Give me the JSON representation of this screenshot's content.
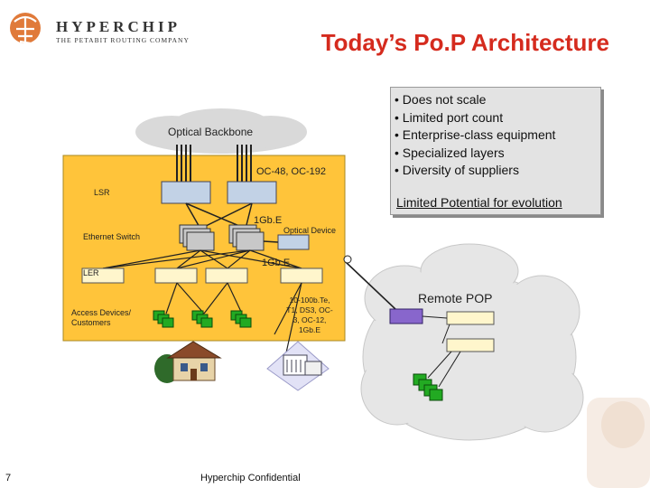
{
  "header": {
    "brand": "HYPERCHIP",
    "tagline": "THE PETABIT ROUTING COMPANY",
    "title": "Today’s Po.P Architecture"
  },
  "callout": {
    "bullets": [
      "Does not scale",
      "Limited port count",
      "Enterprise-class equipment",
      "Specialized layers",
      "Diversity of suppliers"
    ],
    "limited": "Limited Potential for evolution"
  },
  "diagram": {
    "optical_backbone": "Optical Backbone",
    "oc_label": "OC-48, OC-192",
    "lsr": "LSR",
    "gbe_top": "1Gb.E",
    "optical_device": "Optical Device",
    "ethernet_switch": "Ethernet Switch",
    "gbe_mid": "1Gb.E",
    "ler": "LER",
    "access_devices": [
      "Access Devices/",
      "Customers"
    ],
    "speeds": [
      "10-100b.Te,",
      "T1, DS3, OC-",
      "3, OC-12,",
      "1Gb.E"
    ],
    "remote_pop": "Remote POP"
  },
  "footer": {
    "slide_number": "7",
    "confidential": "Hyperchip Confidential"
  },
  "colors": {
    "title": "#d52b1e",
    "pop_area": "#ffc43a",
    "cloud": "#e6e6e6",
    "lsr_box": "#c2d2e6",
    "ler_box": "#fff6cc",
    "access_box": "#22aa22",
    "remote_ler": "#8866cc"
  }
}
